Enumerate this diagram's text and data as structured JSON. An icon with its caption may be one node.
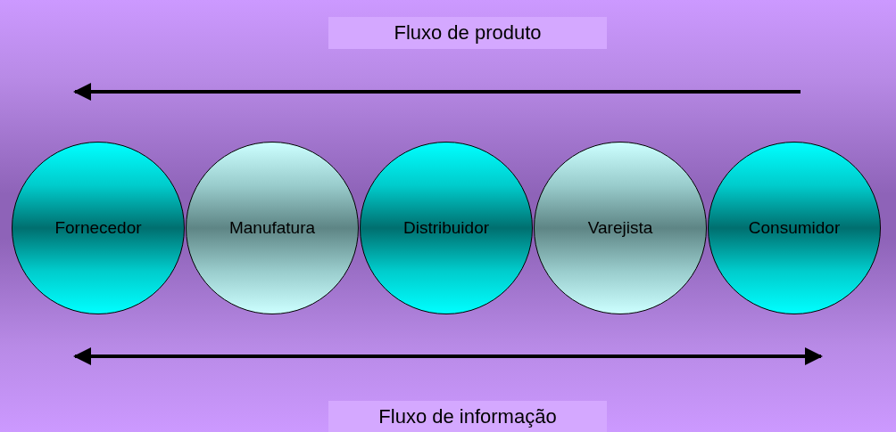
{
  "diagram": {
    "nodes": [
      {
        "text": [
          "Fornecedor"
        ]
      },
      {
        "text": [
          "Manufatura"
        ]
      },
      {
        "text": [
          "Distribuidor"
        ]
      },
      {
        "text": [
          "Varejista"
        ]
      },
      {
        "text": [
          "Consumidor"
        ]
      }
    ],
    "labels": [
      "Fluxo de produto",
      "Fluxo de informação"
    ]
  }
}
